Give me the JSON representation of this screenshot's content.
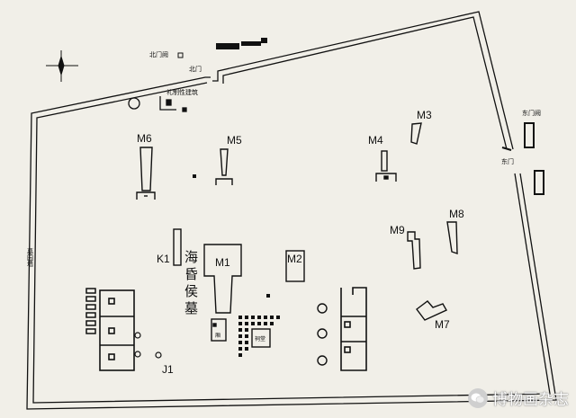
{
  "map": {
    "compass": "compass-icon",
    "labels": {
      "north_gate_tower": "北门阙",
      "north_gate": "北门",
      "ritual_building": "礼制性建筑",
      "east_gate_tower": "东门阙",
      "east_gate": "东门",
      "west_wall": "墓园墙",
      "tombs": [
        "M1",
        "M2",
        "M3",
        "M4",
        "M5",
        "M6",
        "M7",
        "M8",
        "M9"
      ],
      "k1": "K1",
      "j1": "J1",
      "main_tomb": [
        "海",
        "昏",
        "侯",
        "墓"
      ],
      "hall": "祠堂",
      "well_room": "厢"
    }
  },
  "watermark": {
    "icon": "wechat-icon",
    "text": "博物画杂志"
  }
}
